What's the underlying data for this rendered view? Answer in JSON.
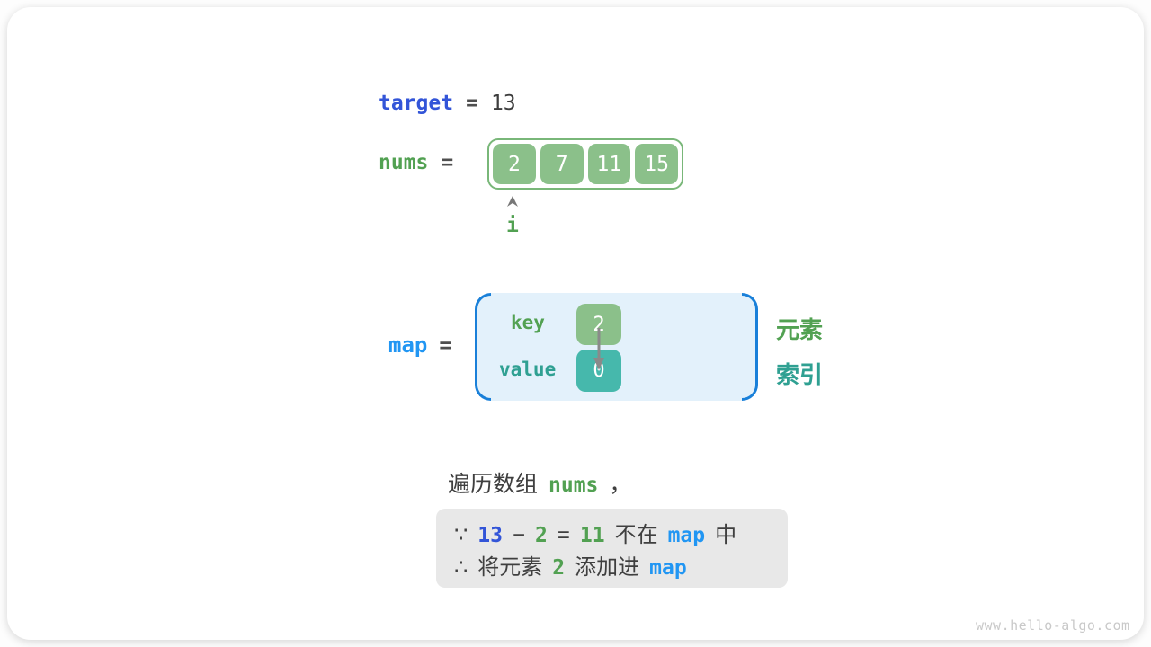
{
  "colors": {
    "royal_blue": "#3355d8",
    "azure_blue": "#2196f3",
    "green": "#52a152",
    "teal": "#2fa092",
    "cell_green": "#8bc08a",
    "cell_teal": "#46b8ac",
    "array_border": "#79b779",
    "map_fill": "#e3f1fb",
    "map_bracket": "#1a80d9",
    "note_bg": "#e8e8e8",
    "text_dark": "#3f3f3f",
    "arrow_gray": "#8a8a8a"
  },
  "target_line": {
    "label": "target",
    "equals": "=",
    "value": "13"
  },
  "nums_line": {
    "label": "nums",
    "equals": "=",
    "cells": [
      "2",
      "7",
      "11",
      "15"
    ],
    "pointer_label": "i"
  },
  "map_section": {
    "label": "map",
    "equals": "=",
    "key_label": "key",
    "value_label": "value",
    "key_cell": "2",
    "value_cell": "0",
    "element_label": "元素",
    "index_label": "索引"
  },
  "caption": {
    "prefix": "遍历数组",
    "code": "nums",
    "suffix": "，"
  },
  "note": {
    "line1": {
      "because": "∵",
      "minuend": "13",
      "minus": "−",
      "subtrahend": "2",
      "equals": "=",
      "difference": "11",
      "not_in_text": "不在",
      "map": "map",
      "suffix": "中"
    },
    "line2": {
      "therefore": "∴",
      "text1": "将元素",
      "num": "2",
      "text2": "添加进",
      "map": "map"
    }
  },
  "watermark": "www.hello-algo.com"
}
